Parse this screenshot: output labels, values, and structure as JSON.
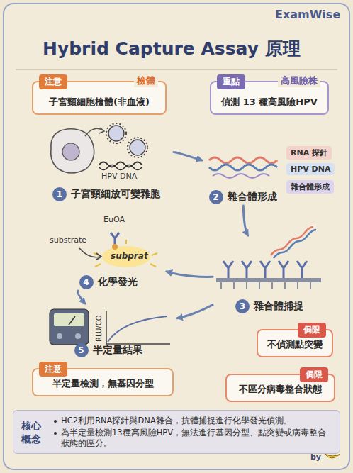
{
  "diagram": {
    "title": "Hybrid Capture Assay 原理",
    "nodes": [
      {
        "text": [
          "注意",
          "檢體",
          "子宮頸細胞檢體(非血液)"
        ]
      },
      {
        "text": [
          "重點",
          "高風險株",
          "偵測 13 種高風險HPV"
        ]
      },
      {
        "text": [
          "1",
          "子宮頸細放可變雜胞"
        ]
      },
      {
        "text": [
          "2",
          "雜合體形成"
        ]
      },
      {
        "text": [
          "3",
          "雜合體捕捉"
        ]
      },
      {
        "text": [
          "4",
          "化學發光"
        ]
      },
      {
        "text": [
          "5",
          "半定量結果"
        ]
      },
      {
        "text": [
          "注意",
          "半定量檢測，無基因分型"
        ]
      },
      {
        "text": [
          "侷限",
          "不偵測點突變"
        ]
      },
      {
        "text": [
          "侷限",
          "不區分病毒整合狀態"
        ]
      },
      {
        "text": [
          "核心 概念",
          "HC2利用RNA探針與DNA雜合，抗體捕捉進行化學發光偵測。",
          "為半定量檢測13種高風險HPV，無法進行基因分型、點突變或病毒整合狀態的區分。"
        ]
      }
    ],
    "edges": [
      {
        "from": 2,
        "to": 3,
        "arrow": "to"
      },
      {
        "from": 3,
        "to": 4,
        "arrow": "to"
      },
      {
        "from": 4,
        "to": 5,
        "arrow": "to"
      },
      {
        "from": 5,
        "to": 6,
        "arrow": "to"
      },
      {
        "from": 4,
        "to": 6,
        "arrow": "to"
      }
    ],
    "labels": [
      "ExamWise",
      "HPV DNA",
      "substrate",
      "EuOA",
      "subprat",
      "RLU/CO",
      "by"
    ],
    "legend": [
      {
        "text": "RNA 探針",
        "color": "#f4d3cc"
      },
      {
        "text": "HPV DNA",
        "color": "#d6e2f1"
      },
      {
        "text": "雜合體形成",
        "color": "#ddd5ee"
      }
    ]
  }
}
